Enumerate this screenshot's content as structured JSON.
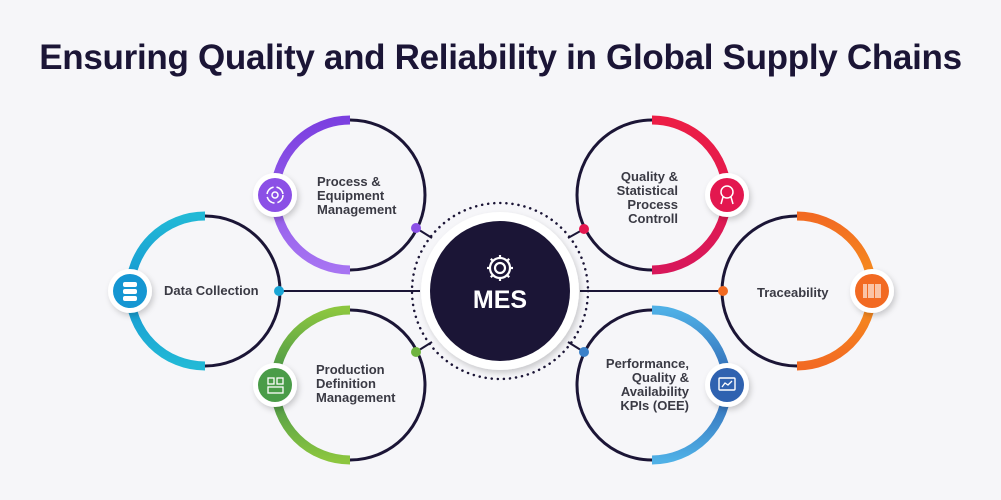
{
  "title": "Ensuring Quality and Reliability in Global Supply Chains",
  "center": {
    "label": "MES",
    "icon": "gear-icon"
  },
  "nodes": [
    {
      "label_lines": [
        "Process &",
        "Equipment",
        "Management"
      ],
      "icon": "process-cycle-icon",
      "color": "#8b50e6"
    },
    {
      "label_lines": [
        "Data Collection"
      ],
      "icon": "database-icon",
      "color": "#1ba6d6"
    },
    {
      "label_lines": [
        "Production",
        "Definition",
        "Management"
      ],
      "icon": "production-definition-icon",
      "color": "#5aa845"
    },
    {
      "label_lines": [
        "Quality &",
        "Statistical",
        "Process",
        "Controll"
      ],
      "icon": "award-badge-icon",
      "color": "#e3174f"
    },
    {
      "label_lines": [
        "Traceability"
      ],
      "icon": "barcode-icon",
      "color": "#f26a22"
    },
    {
      "label_lines": [
        "Performance,",
        "Quality &",
        "Availability",
        "KPIs (OEE)"
      ],
      "icon": "kpi-monitor-icon",
      "color": "#3a80c9"
    }
  ],
  "colors": {
    "dark": "#1b1536",
    "background": "#f6f6f9"
  }
}
